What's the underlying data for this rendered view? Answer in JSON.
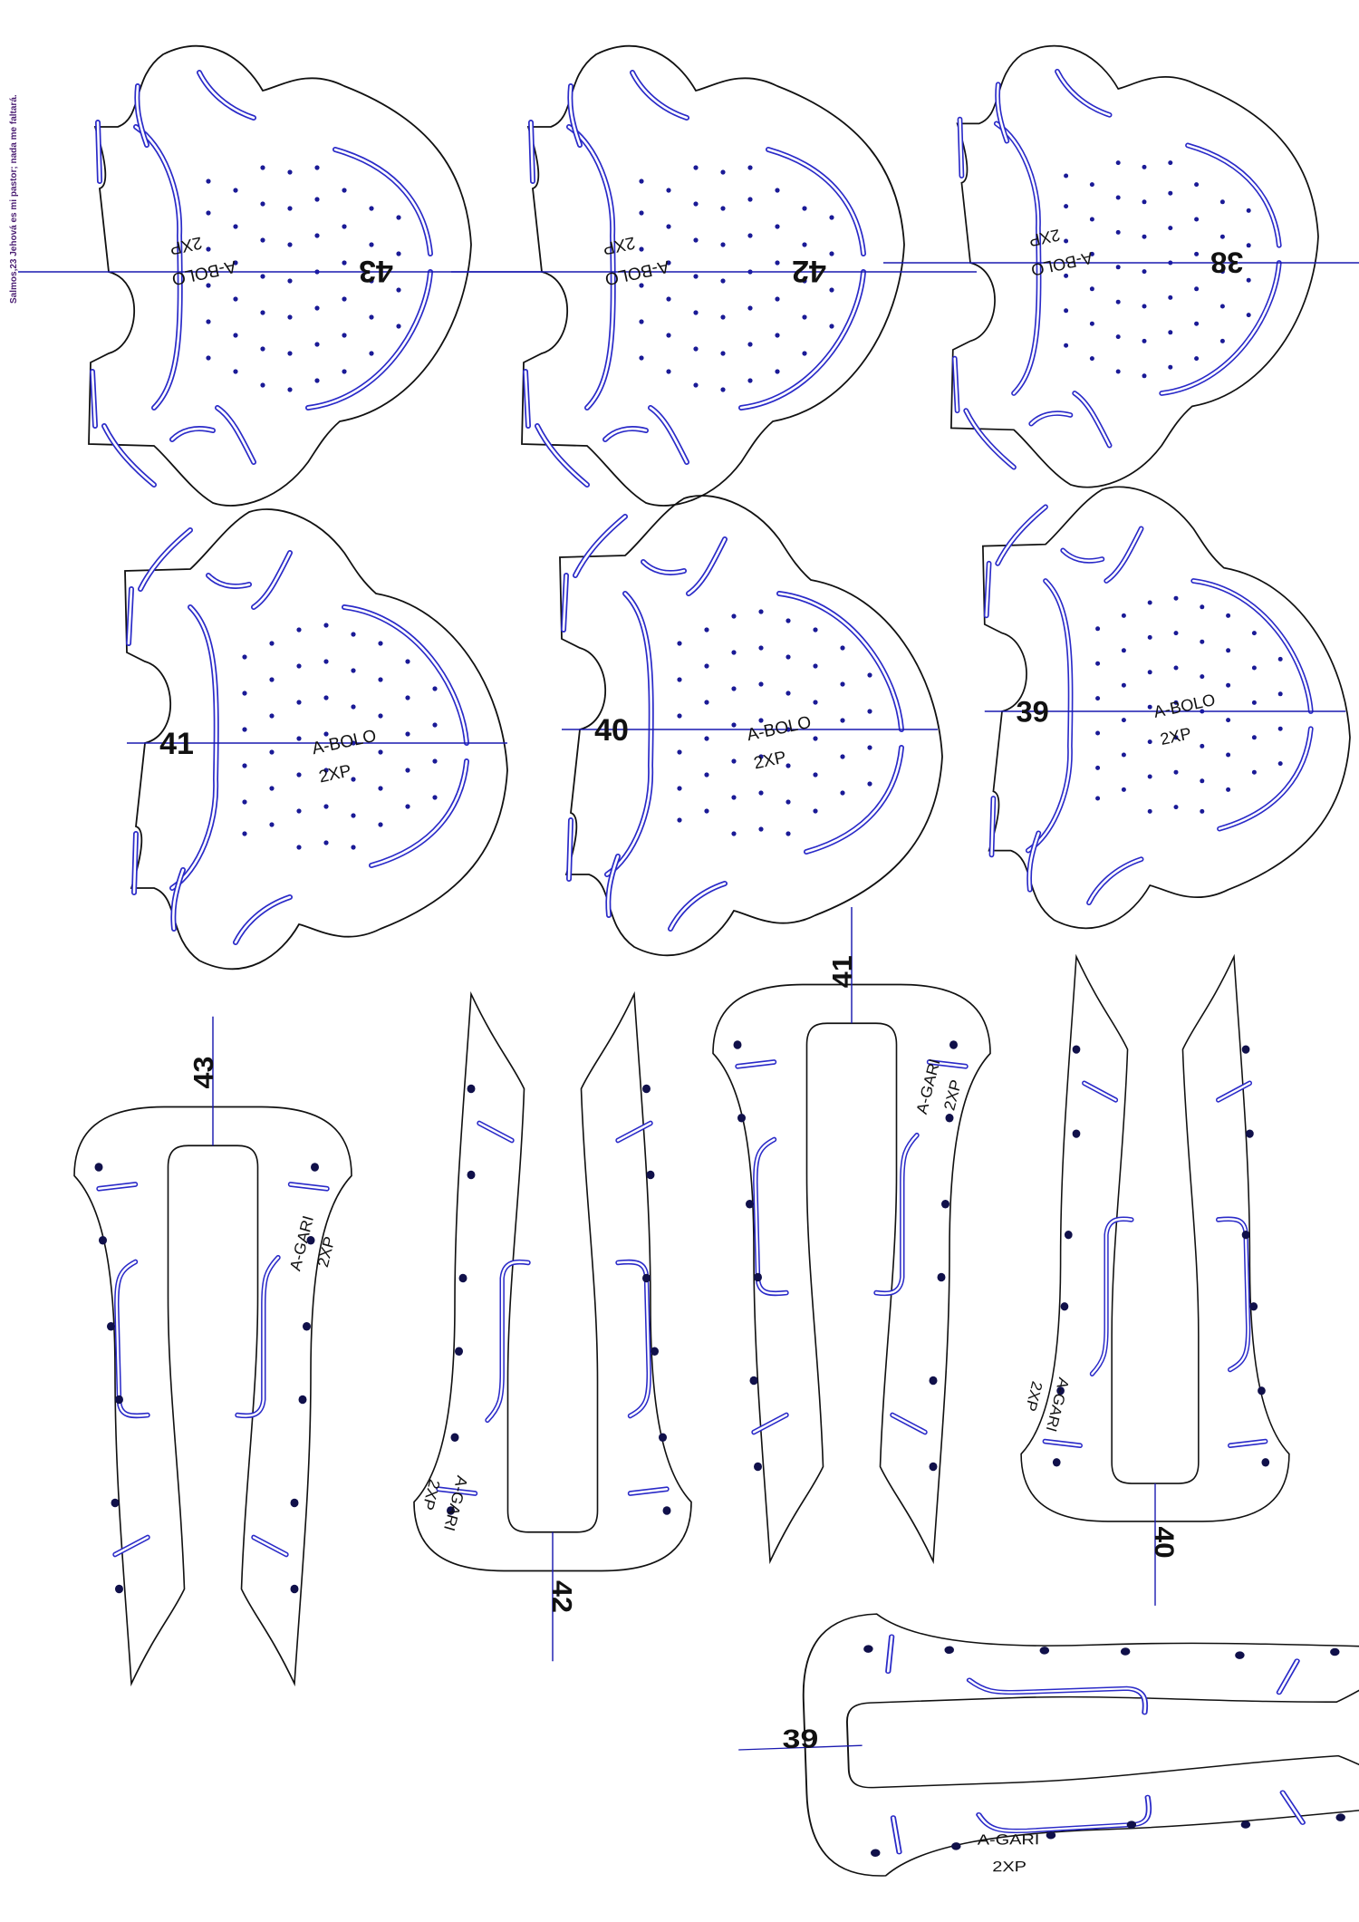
{
  "side_text": "Salmos,23 Jehová es mi pastor; nada me faltará.",
  "colors": {
    "outline": "#111111",
    "slot": "#2a2ac8",
    "dot": "#1a1a96",
    "verse": "#4b1f73"
  },
  "vamps": [
    {
      "size": "43",
      "mark": "A-BOLO",
      "qty": "2XP",
      "rotated": true
    },
    {
      "size": "42",
      "mark": "A-BOLO",
      "qty": "2XP",
      "rotated": true
    },
    {
      "size": "38",
      "mark": "A-BOLO",
      "qty": "2XP",
      "rotated": true
    },
    {
      "size": "41",
      "mark": "A-BOLO",
      "qty": "2XP",
      "rotated": false
    },
    {
      "size": "40",
      "mark": "A-BOLO",
      "qty": "2XP",
      "rotated": false
    },
    {
      "size": "39",
      "mark": "A-BOLO",
      "qty": "2XP",
      "rotated": false
    }
  ],
  "quarters": [
    {
      "size": "43",
      "mark": "A-GARI",
      "qty": "2XP"
    },
    {
      "size": "42",
      "mark": "A-GARI",
      "qty": "2XP"
    },
    {
      "size": "41",
      "mark": "A-GARI",
      "qty": "2XP"
    },
    {
      "size": "40",
      "mark": "A-GARI",
      "qty": "2XP"
    },
    {
      "size": "39",
      "mark": "A-GARI",
      "qty": "2XP"
    }
  ]
}
